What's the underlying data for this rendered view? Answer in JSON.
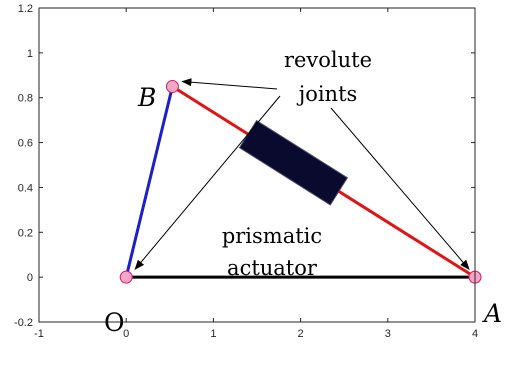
{
  "axes": {
    "xlim": [
      -1,
      4
    ],
    "ylim": [
      -0.2,
      1.2
    ],
    "x_ticks": [
      -1,
      0,
      1,
      2,
      3,
      4
    ],
    "y_ticks": [
      -0.2,
      0,
      0.2,
      0.4,
      0.6,
      0.8,
      1,
      1.2
    ],
    "x_tick_labels": [
      "-1",
      "0",
      "1",
      "2",
      "3",
      "4"
    ],
    "y_tick_labels": [
      "-0.2",
      "0",
      "0.2",
      "0.4",
      "0.6",
      "0.8",
      "1",
      "1.2"
    ],
    "grid": false,
    "box": true
  },
  "points": {
    "O": {
      "label": "O",
      "x": 0,
      "y": 0
    },
    "A": {
      "label": "A",
      "x": 4,
      "y": 0
    },
    "B": {
      "label": "B",
      "x": 0.53,
      "y": 0.85
    }
  },
  "links": [
    {
      "from": "O",
      "to": "A",
      "color": "#000000",
      "name": "base-link"
    },
    {
      "from": "O",
      "to": "B",
      "color": "#1f1fc8",
      "name": "blue-link"
    },
    {
      "from": "B",
      "to": "A",
      "color": "#e01414",
      "name": "red-link"
    }
  ],
  "actuator": {
    "from_fraction": 0.25,
    "to_fraction": 0.55,
    "color": "#0a0a2e"
  },
  "joint_marker": {
    "fill": "#f4a6c8",
    "stroke": "#d81b60"
  },
  "annotations": {
    "revolute_line1": "revolute",
    "revolute_line2": "joints",
    "prismatic_line1": "prismatic",
    "prismatic_line2": "actuator"
  },
  "arrow_targets": [
    {
      "anchor": "revolute",
      "target": "B"
    },
    {
      "anchor": "revolute",
      "target": "O"
    },
    {
      "anchor": "revolute",
      "target": "A"
    }
  ]
}
